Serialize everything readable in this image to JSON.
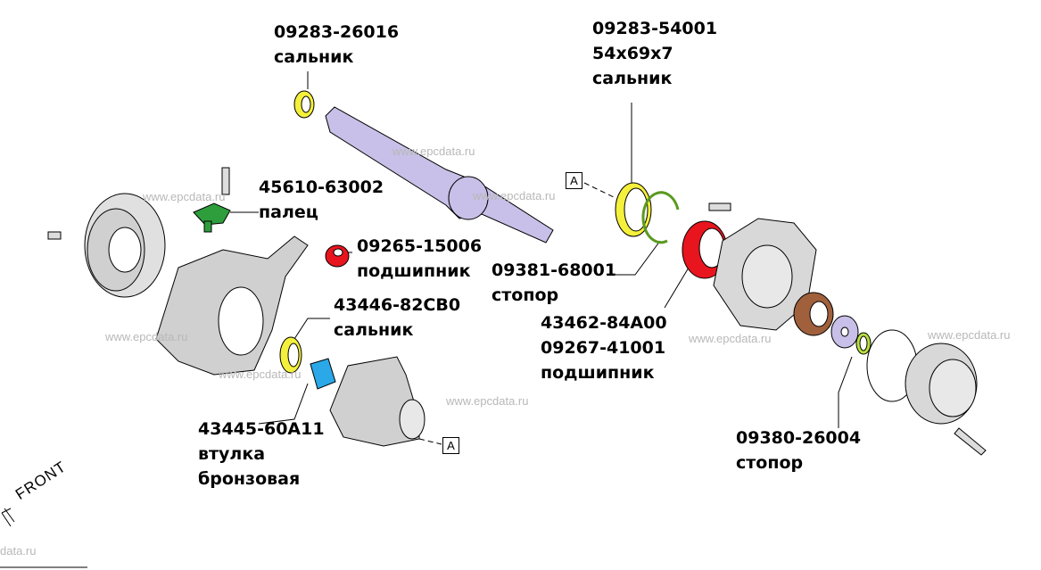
{
  "watermark": "www.epcdata.ru",
  "watermark_partial": "data.ru",
  "front_label": "FRONT",
  "ref_marker": "A",
  "colors": {
    "seal": "#f5f03c",
    "pin": "#2e9e3c",
    "bearing": "#e8141e",
    "bushing": "#2aa8e8",
    "shaft": "#c8c0e8",
    "seal_brown": "#a0603c",
    "part_gray": "#d8d8d8"
  },
  "callouts": [
    {
      "part_no": "09283-26016",
      "name": "сальник"
    },
    {
      "part_no": "45610-63002",
      "name": "палец"
    },
    {
      "part_no": "09265-15006",
      "name": "подшипник"
    },
    {
      "part_no": "43446-82CB0",
      "name": "сальник"
    },
    {
      "part_no": "43445-60A11",
      "name": "втулка",
      "name2": "бронзовая"
    },
    {
      "part_no": "09283-54001",
      "size": "54x69x7",
      "name": "сальник"
    },
    {
      "part_no": "09381-68001",
      "name": "стопор"
    },
    {
      "part_no": "43462-84A00",
      "part_no2": "09267-41001",
      "name": "подшипник"
    },
    {
      "part_no": "09380-26004",
      "name": "стопор"
    }
  ]
}
